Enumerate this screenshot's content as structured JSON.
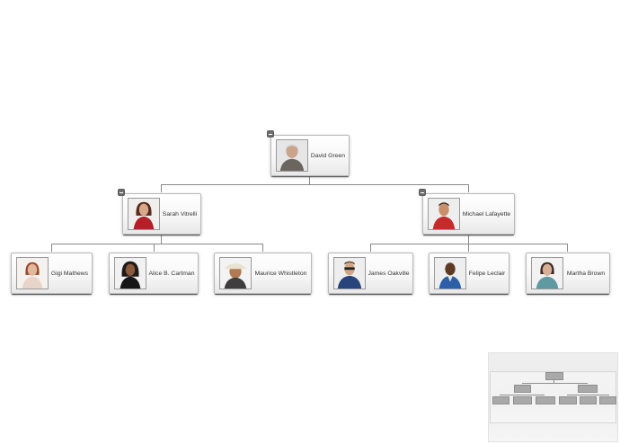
{
  "org_chart": {
    "root": {
      "name": "David Green",
      "photo_icon": "person-gray-sweater-icon"
    },
    "managers": [
      {
        "name": "Sarah Vitrelli",
        "photo_icon": "person-red-hair-icon"
      },
      {
        "name": "Michael Lafayette",
        "photo_icon": "person-red-shirt-icon"
      }
    ],
    "employees": [
      {
        "name": "Gigi Mathews",
        "photo_icon": "person-hand-on-face-icon"
      },
      {
        "name": "Alice B. Cartman",
        "photo_icon": "person-dark-hair-icon"
      },
      {
        "name": "Maurice Whistleton",
        "photo_icon": "person-hat-icon"
      },
      {
        "name": "James Oakville",
        "photo_icon": "person-glasses-icon"
      },
      {
        "name": "Felipe Leclair",
        "photo_icon": "person-blue-jacket-icon"
      },
      {
        "name": "Martha Brown",
        "photo_icon": "person-teal-top-icon"
      }
    ],
    "collapse_icon": "collapse-minus-icon"
  },
  "colors": {
    "node_border": "#b9b9b9",
    "connector": "#8a8a8a",
    "toggle": "#6e6e6e",
    "minimap_box": "#a9a9a9"
  }
}
